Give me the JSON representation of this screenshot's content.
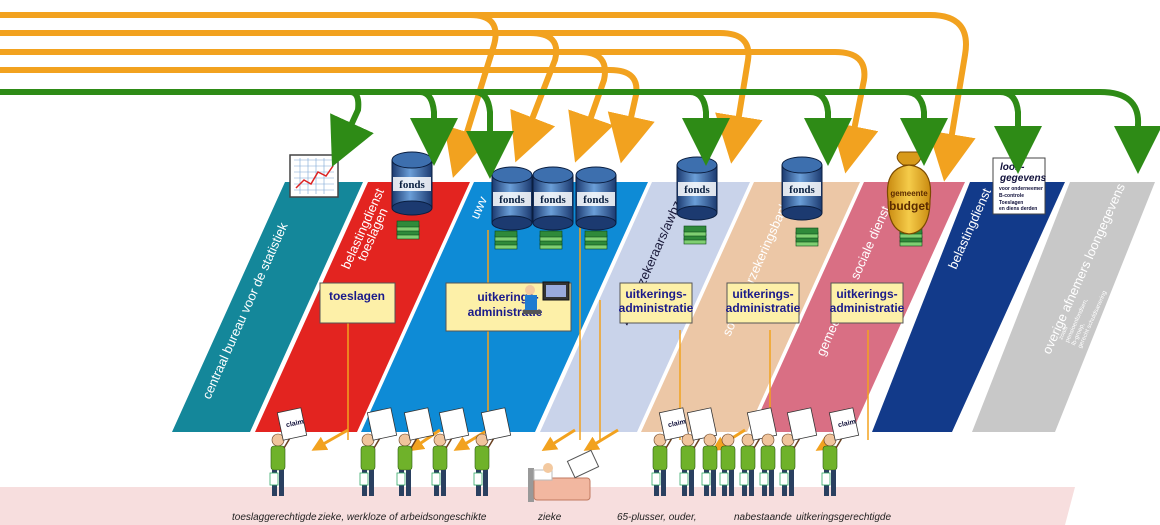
{
  "bands": [
    {
      "id": "cbs",
      "label": "centraal bureau voor de statistiek",
      "color": "#14879a"
    },
    {
      "id": "toeslagen",
      "label": "belastingdienst toeslagen",
      "color": "#e32420"
    },
    {
      "id": "uwv",
      "label": "uwv",
      "color": "#0e8bd6"
    },
    {
      "id": "zorg",
      "label": "zorgverzekeraars/awbz",
      "color": "#c9d3ea"
    },
    {
      "id": "svb",
      "label": "sociale verzekeringsbank",
      "color": "#ecc7a6"
    },
    {
      "id": "gsd",
      "label": "gemeentelijke sociale dienst",
      "color": "#d96f84"
    },
    {
      "id": "belastingdienst",
      "label": "belastingdienst",
      "color": "#123a8a"
    },
    {
      "id": "overige",
      "label": "overige afnemers loongegevens",
      "color": "#c8c8c8"
    }
  ],
  "boxes": {
    "toeslagen": "toeslagen",
    "uwv_line1": "uitkerings-",
    "uwv_line2": "administratie",
    "zorg_line1": "uitkerings-",
    "zorg_line2": "administratie",
    "svb_line1": "uitkerings-",
    "svb_line2": "administratie",
    "gsd_line1": "uitkerings-",
    "gsd_line2": "administratie"
  },
  "fonds_label": "fonds",
  "budget": {
    "line1": "gemeente",
    "line2": "budget"
  },
  "loongegevens": {
    "title1": "loon-",
    "title2": "gegevens",
    "sub1": "voor onderneemer",
    "sub2": "B-controle",
    "sub3": "Toeslagen",
    "sub4": "en diens derden"
  },
  "overige_sub": {
    "line1": "zoals",
    "line2": "pensioenfondsen,",
    "line3": "lb-groep,",
    "line4": "gerecht schuldsanering"
  },
  "claim_label": "claim",
  "bottom_labels": {
    "toeslag": "toeslaggerechtigde",
    "ziek_werkloos": "zieke, werkloze of arbeidsongeschikte",
    "zieke": "zieke",
    "plusser": "65-plusser, ouder,",
    "nabestaande": "nabestaande",
    "uitkering": "uitkeringsgerechtigde"
  },
  "colors": {
    "green": "#2e8b16",
    "orange": "#f2a21f",
    "pink_floor": "#f7dede"
  }
}
